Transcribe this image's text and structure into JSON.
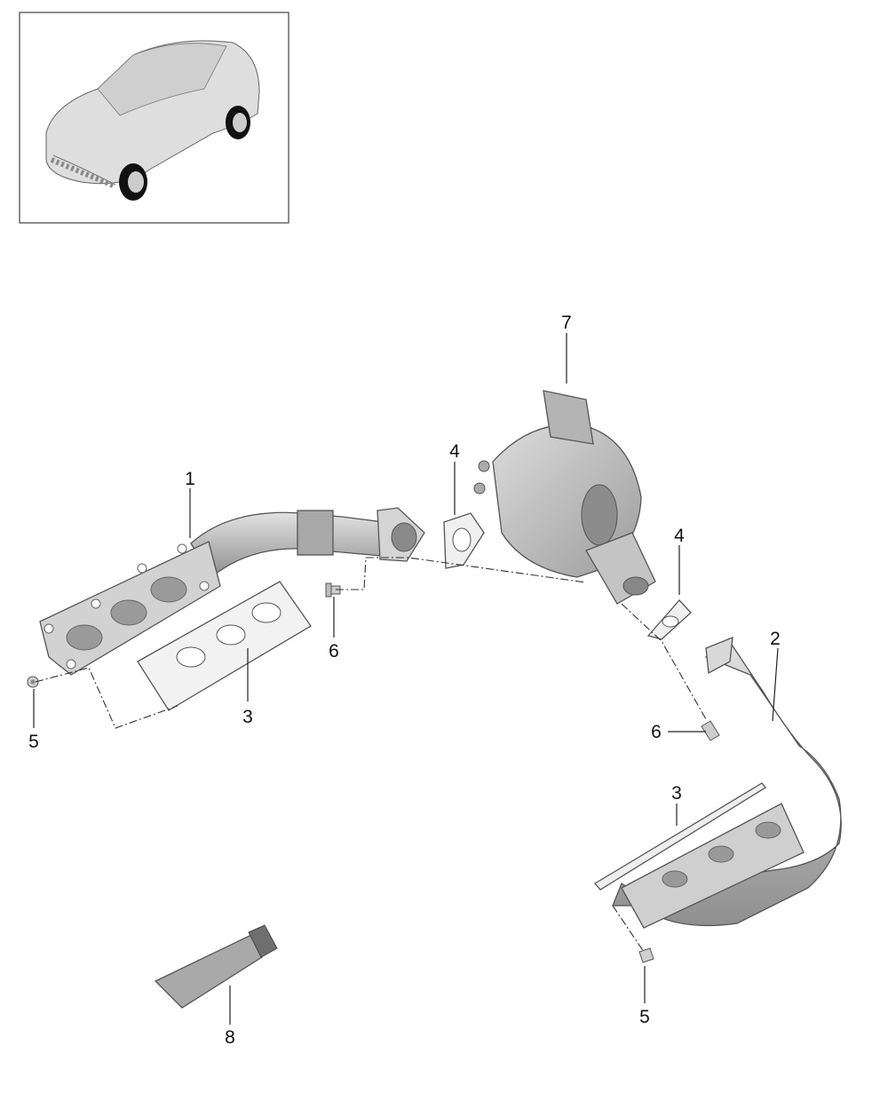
{
  "callouts": [
    {
      "id": "c1",
      "label": "1"
    },
    {
      "id": "c2",
      "label": "2"
    },
    {
      "id": "c3a",
      "label": "3"
    },
    {
      "id": "c3b",
      "label": "3"
    },
    {
      "id": "c4a",
      "label": "4"
    },
    {
      "id": "c4b",
      "label": "4"
    },
    {
      "id": "c5a",
      "label": "5"
    },
    {
      "id": "c5b",
      "label": "5"
    },
    {
      "id": "c6a",
      "label": "6"
    },
    {
      "id": "c6b",
      "label": "6"
    },
    {
      "id": "c7",
      "label": "7"
    },
    {
      "id": "c8",
      "label": "8"
    }
  ],
  "parts": [
    {
      "number": "1",
      "name": "exhaust-manifold-left"
    },
    {
      "number": "2",
      "name": "exhaust-manifold-right"
    },
    {
      "number": "3",
      "name": "manifold-gasket"
    },
    {
      "number": "4",
      "name": "turbo-flange-gasket"
    },
    {
      "number": "5",
      "name": "nut"
    },
    {
      "number": "6",
      "name": "bolt"
    },
    {
      "number": "7",
      "name": "turbocharger"
    },
    {
      "number": "8",
      "name": "sealant-tube"
    }
  ],
  "colors": {
    "part_fill": "#c8c8c8",
    "part_shade": "#9a9a9a",
    "line": "#222222"
  }
}
